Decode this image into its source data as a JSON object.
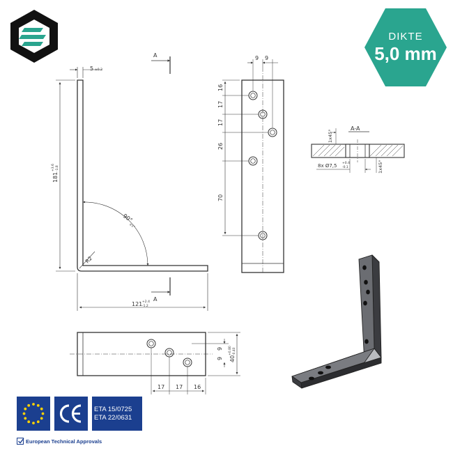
{
  "badge": {
    "label": "DIKTE",
    "value": "5,0 mm",
    "color": "#2aa58f"
  },
  "logo": {
    "dark": "#111111",
    "accent": "#2aa58f"
  },
  "front_view": {
    "thickness": "5",
    "thickness_tol": "±0.2",
    "height": "181",
    "height_tol_upper": "+3.6",
    "height_tol_lower": "-1.8",
    "width": "121",
    "width_tol_upper": "+2.4",
    "width_tol_lower": "-1.2",
    "angle": "90°",
    "angle_tol": "±1°",
    "radius": "R2",
    "section_mark": "A"
  },
  "side_view": {
    "top_offsets": [
      "9",
      "9"
    ],
    "vertical_spacings": [
      "16",
      "17",
      "17",
      "26",
      "70"
    ]
  },
  "bottom_view": {
    "offsets": [
      "9",
      "9"
    ],
    "width": "40",
    "width_tol_upper": "+0.80",
    "width_tol_lower": "-0.40",
    "spacings": [
      "17",
      "17",
      "16"
    ]
  },
  "section": {
    "title": "A-A",
    "chamfer_top": "1x45°",
    "chamfer_side": "1x45°",
    "hole_spec": "8x Ø7,5",
    "hole_tol_upper": "+0.4",
    "hole_tol_lower": "-0.1"
  },
  "certifications": {
    "eta_lines": [
      "ETA 15/0725",
      "ETA 22/0631"
    ],
    "approvals_label": "European Technical Approvals",
    "ce_mark": "CE"
  }
}
